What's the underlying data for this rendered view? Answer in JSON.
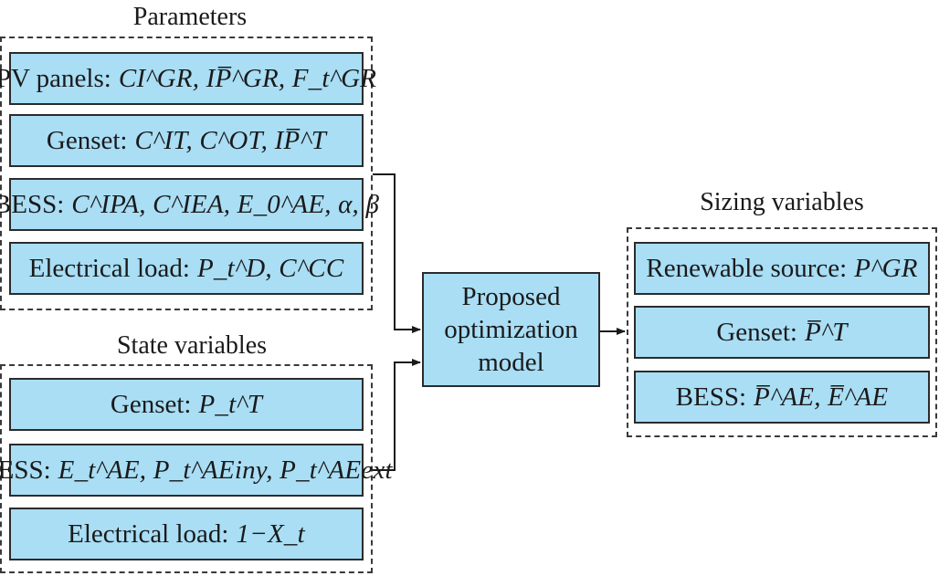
{
  "parameters": {
    "title": "Parameters",
    "items": [
      {
        "label": "PV panels:",
        "math": "CI^GR, IP̅^GR, F_t^GR"
      },
      {
        "label": "Genset:",
        "math": "C^IT, C^OT, IP̅^T"
      },
      {
        "label": "BESS:",
        "math": "C^IPA, C^IEA, E_0^AE, α, β"
      },
      {
        "label": "Electrical load:",
        "math": "P_t^D, C^CC"
      }
    ]
  },
  "state_variables": {
    "title": "State variables",
    "items": [
      {
        "label": "Genset:",
        "math": "P_t^T"
      },
      {
        "label": "BESS:",
        "math": "E_t^AE, P_t^AEiny, P_t^AEext"
      },
      {
        "label": "Electrical load:",
        "math": "1−X_t"
      }
    ]
  },
  "model": {
    "lines": [
      "Proposed",
      "optimization",
      "model"
    ]
  },
  "sizing_variables": {
    "title": "Sizing variables",
    "items": [
      {
        "label": "Renewable source:",
        "math": "P^GR"
      },
      {
        "label": "Genset:",
        "math": "P̅^T"
      },
      {
        "label": "BESS:",
        "math": "P̅^AE, E̅^AE"
      }
    ]
  }
}
